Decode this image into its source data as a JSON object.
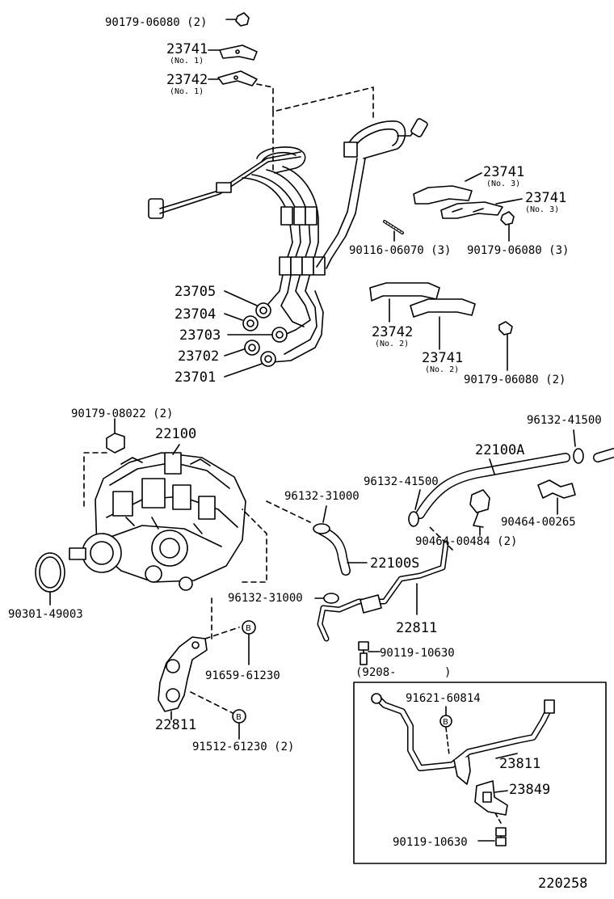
{
  "diagram_id": "220258",
  "labels": {
    "p_9017906080_top": "90179-06080 (2)",
    "p_23741_no1": "23741",
    "p_23741_no1_sub": "(No. 1)",
    "p_23742_no1": "23742",
    "p_23742_no1_sub": "(No. 1)",
    "p_23741_no3_a": "23741",
    "p_23741_no3_a_sub": "(No. 3)",
    "p_23741_no3_b": "23741",
    "p_23741_no3_b_sub": "(No. 3)",
    "p_9011606070": "90116-06070 (3)",
    "p_9017906080_3": "90179-06080 (3)",
    "p_23705": "23705",
    "p_23704": "23704",
    "p_23703": "23703",
    "p_23702": "23702",
    "p_23701": "23701",
    "p_23742_no2": "23742",
    "p_23742_no2_sub": "(No. 2)",
    "p_23741_no2": "23741",
    "p_23741_no2_sub": "(No. 2)",
    "p_9017906080_2": "90179-06080 (2)",
    "p_9017908022": "90179-08022 (2)",
    "p_22100": "22100",
    "p_9613241500_right": "96132-41500",
    "p_22100A": "22100A",
    "p_9613241500_mid": "96132-41500",
    "p_9613231000_a": "96132-31000",
    "p_9046400265": "90464-00265",
    "p_9046400484": "90464-00484 (2)",
    "p_22100S": "22100S",
    "p_9030149003": "90301-49003",
    "p_9613231000_b": "96132-31000",
    "p_22811_pipe": "22811",
    "p_9011910630_a": "90119-10630",
    "p_9208": "(9208-",
    "p_9208_close": ")",
    "p_9165961230": "91659-61230",
    "p_22811_bracket": "22811",
    "p_9151261230": "91512-61230 (2)",
    "p_9162160814": "91621-60814",
    "p_23811": "23811",
    "p_23849": "23849",
    "p_9011910630_b": "90119-10630",
    "footer_id": "220258"
  }
}
